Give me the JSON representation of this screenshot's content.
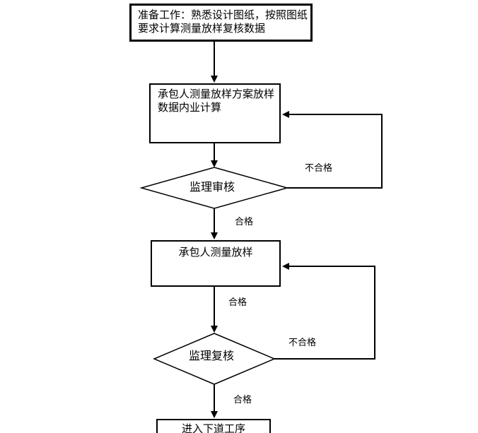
{
  "flowchart": {
    "background_color": "#ffffff",
    "line_color": "#000000",
    "node_fill_color": "#ffffff",
    "nodes": {
      "prepare": {
        "type": "process",
        "label": "准备工作：熟悉设计图纸，按照图纸要求计算测量放样复核数据"
      },
      "contractor_calc": {
        "type": "process",
        "label": "承包人测量放样方案放样数据内业计算"
      },
      "supervisor_review": {
        "type": "decision",
        "label": "监理审核"
      },
      "contractor_layout": {
        "type": "process",
        "label": "承包人测量放样"
      },
      "supervisor_recheck": {
        "type": "decision",
        "label": "监理复核"
      },
      "next_step": {
        "type": "process",
        "label": "进入下道工序"
      }
    },
    "edge_labels": {
      "pass_1": "合格",
      "fail_1": "不合格",
      "pass_2": "合格",
      "fail_2": "不合格",
      "pass_3": "合格"
    }
  }
}
